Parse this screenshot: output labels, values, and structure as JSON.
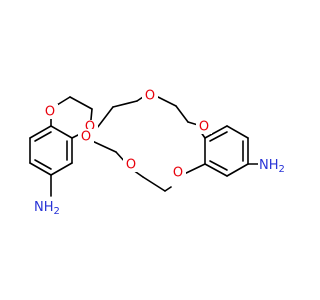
{
  "molecule": {
    "colors": {
      "oxygen": "#e8000b",
      "nitrogen": "#2833d6",
      "bond": "#000000",
      "background": "#ffffff"
    },
    "atom_labels": {
      "o1": "O",
      "o2": "O",
      "o3": "O",
      "o4": "O",
      "o5": "O",
      "o6": "O",
      "n1": "NH",
      "n1_sub": "2",
      "n2": "NH",
      "n2_sub": "2"
    }
  }
}
